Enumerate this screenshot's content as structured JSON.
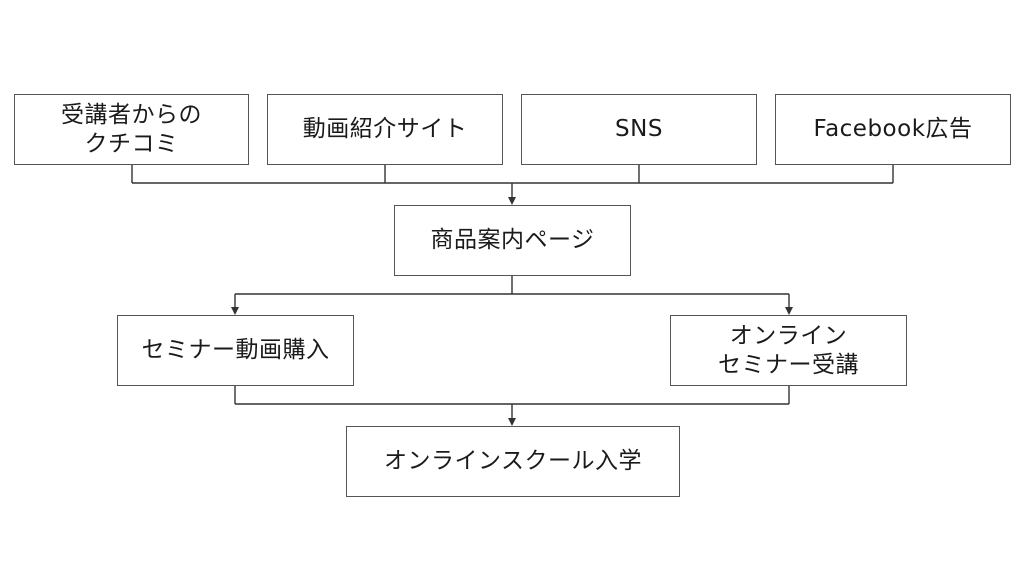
{
  "diagram": {
    "nodes": {
      "kuchikomi": "受講者からの\nクチコミ",
      "video_site": "動画紹介サイト",
      "sns": "SNS",
      "facebook_ad": "Facebook広告",
      "product_page": "商品案内ページ",
      "seminar_video_purchase": "セミナー動画購入",
      "online_seminar": "オンライン\nセミナー受講",
      "online_school": "オンラインスクール入学"
    },
    "edges": [
      {
        "from": "kuchikomi",
        "to": "product_page"
      },
      {
        "from": "video_site",
        "to": "product_page"
      },
      {
        "from": "sns",
        "to": "product_page"
      },
      {
        "from": "facebook_ad",
        "to": "product_page"
      },
      {
        "from": "product_page",
        "to": "seminar_video_purchase"
      },
      {
        "from": "product_page",
        "to": "online_seminar"
      },
      {
        "from": "seminar_video_purchase",
        "to": "online_school"
      },
      {
        "from": "online_seminar",
        "to": "online_school"
      }
    ],
    "colors": {
      "line": "#333333",
      "border": "#555555",
      "background": "#ffffff"
    }
  }
}
